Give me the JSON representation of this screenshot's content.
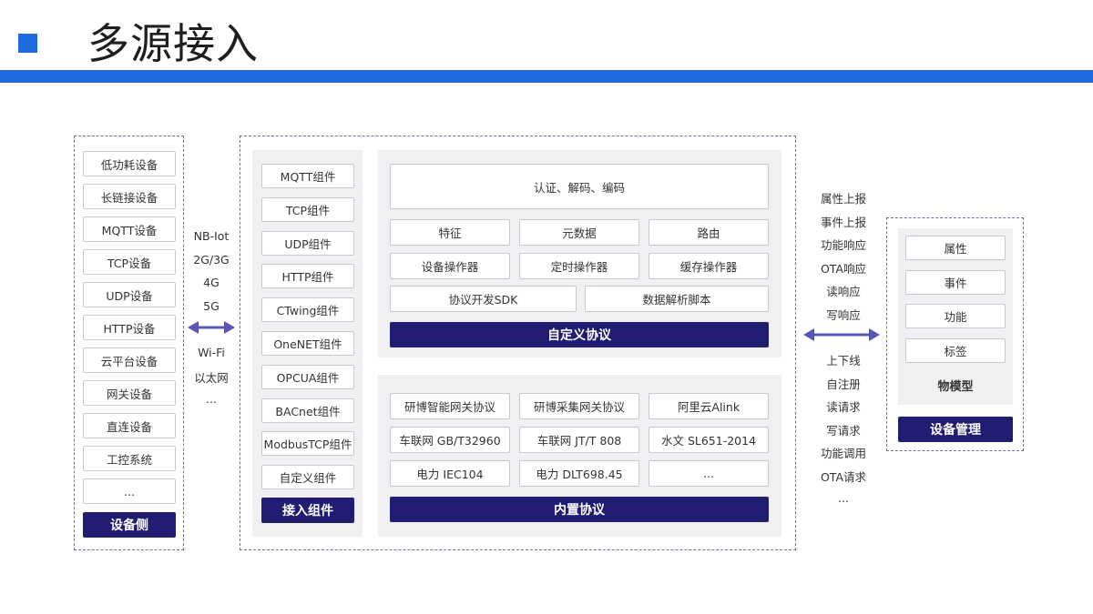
{
  "header": {
    "title": "多源接入"
  },
  "devices": {
    "items": [
      "低功耗设备",
      "长链接设备",
      "MQTT设备",
      "TCP设备",
      "UDP设备",
      "HTTP设备",
      "云平台设备",
      "网关设备",
      "直连设备",
      "工控系统",
      "..."
    ],
    "footer": "设备侧"
  },
  "networks": [
    "NB-Iot",
    "2G/3G",
    "4G",
    "5G",
    "Wi-Fi",
    "以太网",
    "..."
  ],
  "components": {
    "items": [
      "MQTT组件",
      "TCP组件",
      "UDP组件",
      "HTTP组件",
      "CTwing组件",
      "OneNET组件",
      "OPCUA组件",
      "BACnet组件",
      "ModbusTCP组件",
      "自定义组件"
    ],
    "footer": "接入组件"
  },
  "custom_protocol": {
    "top": "认证、解码、编码",
    "row1": [
      "特征",
      "元数据",
      "路由"
    ],
    "row2": [
      "设备操作器",
      "定时操作器",
      "缓存操作器"
    ],
    "row3": [
      "协议开发SDK",
      "数据解析脚本"
    ],
    "footer": "自定义协议"
  },
  "builtin_protocol": {
    "row1": [
      "研博智能网关协议",
      "研博采集网关协议",
      "阿里云Alink"
    ],
    "row2": [
      "车联网 GB/T32960",
      "车联网 JT/T 808",
      "水文 SL651-2014"
    ],
    "row3": [
      "电力 IEC104",
      "电力 DLT698.45",
      "..."
    ],
    "footer": "内置协议"
  },
  "upstream": [
    "属性上报",
    "事件上报",
    "功能响应",
    "OTA响应",
    "读响应",
    "写响应"
  ],
  "downstream": [
    "上下线",
    "自注册",
    "读请求",
    "写请求",
    "功能调用",
    "OTA请求",
    "..."
  ],
  "thing_model": {
    "items": [
      "属性",
      "事件",
      "功能",
      "标签"
    ],
    "label": "物模型",
    "footer": "设备管理"
  },
  "colors": {
    "accent": "#1f6ae0",
    "navy": "#201d73",
    "arrow": "#5a56b8"
  }
}
